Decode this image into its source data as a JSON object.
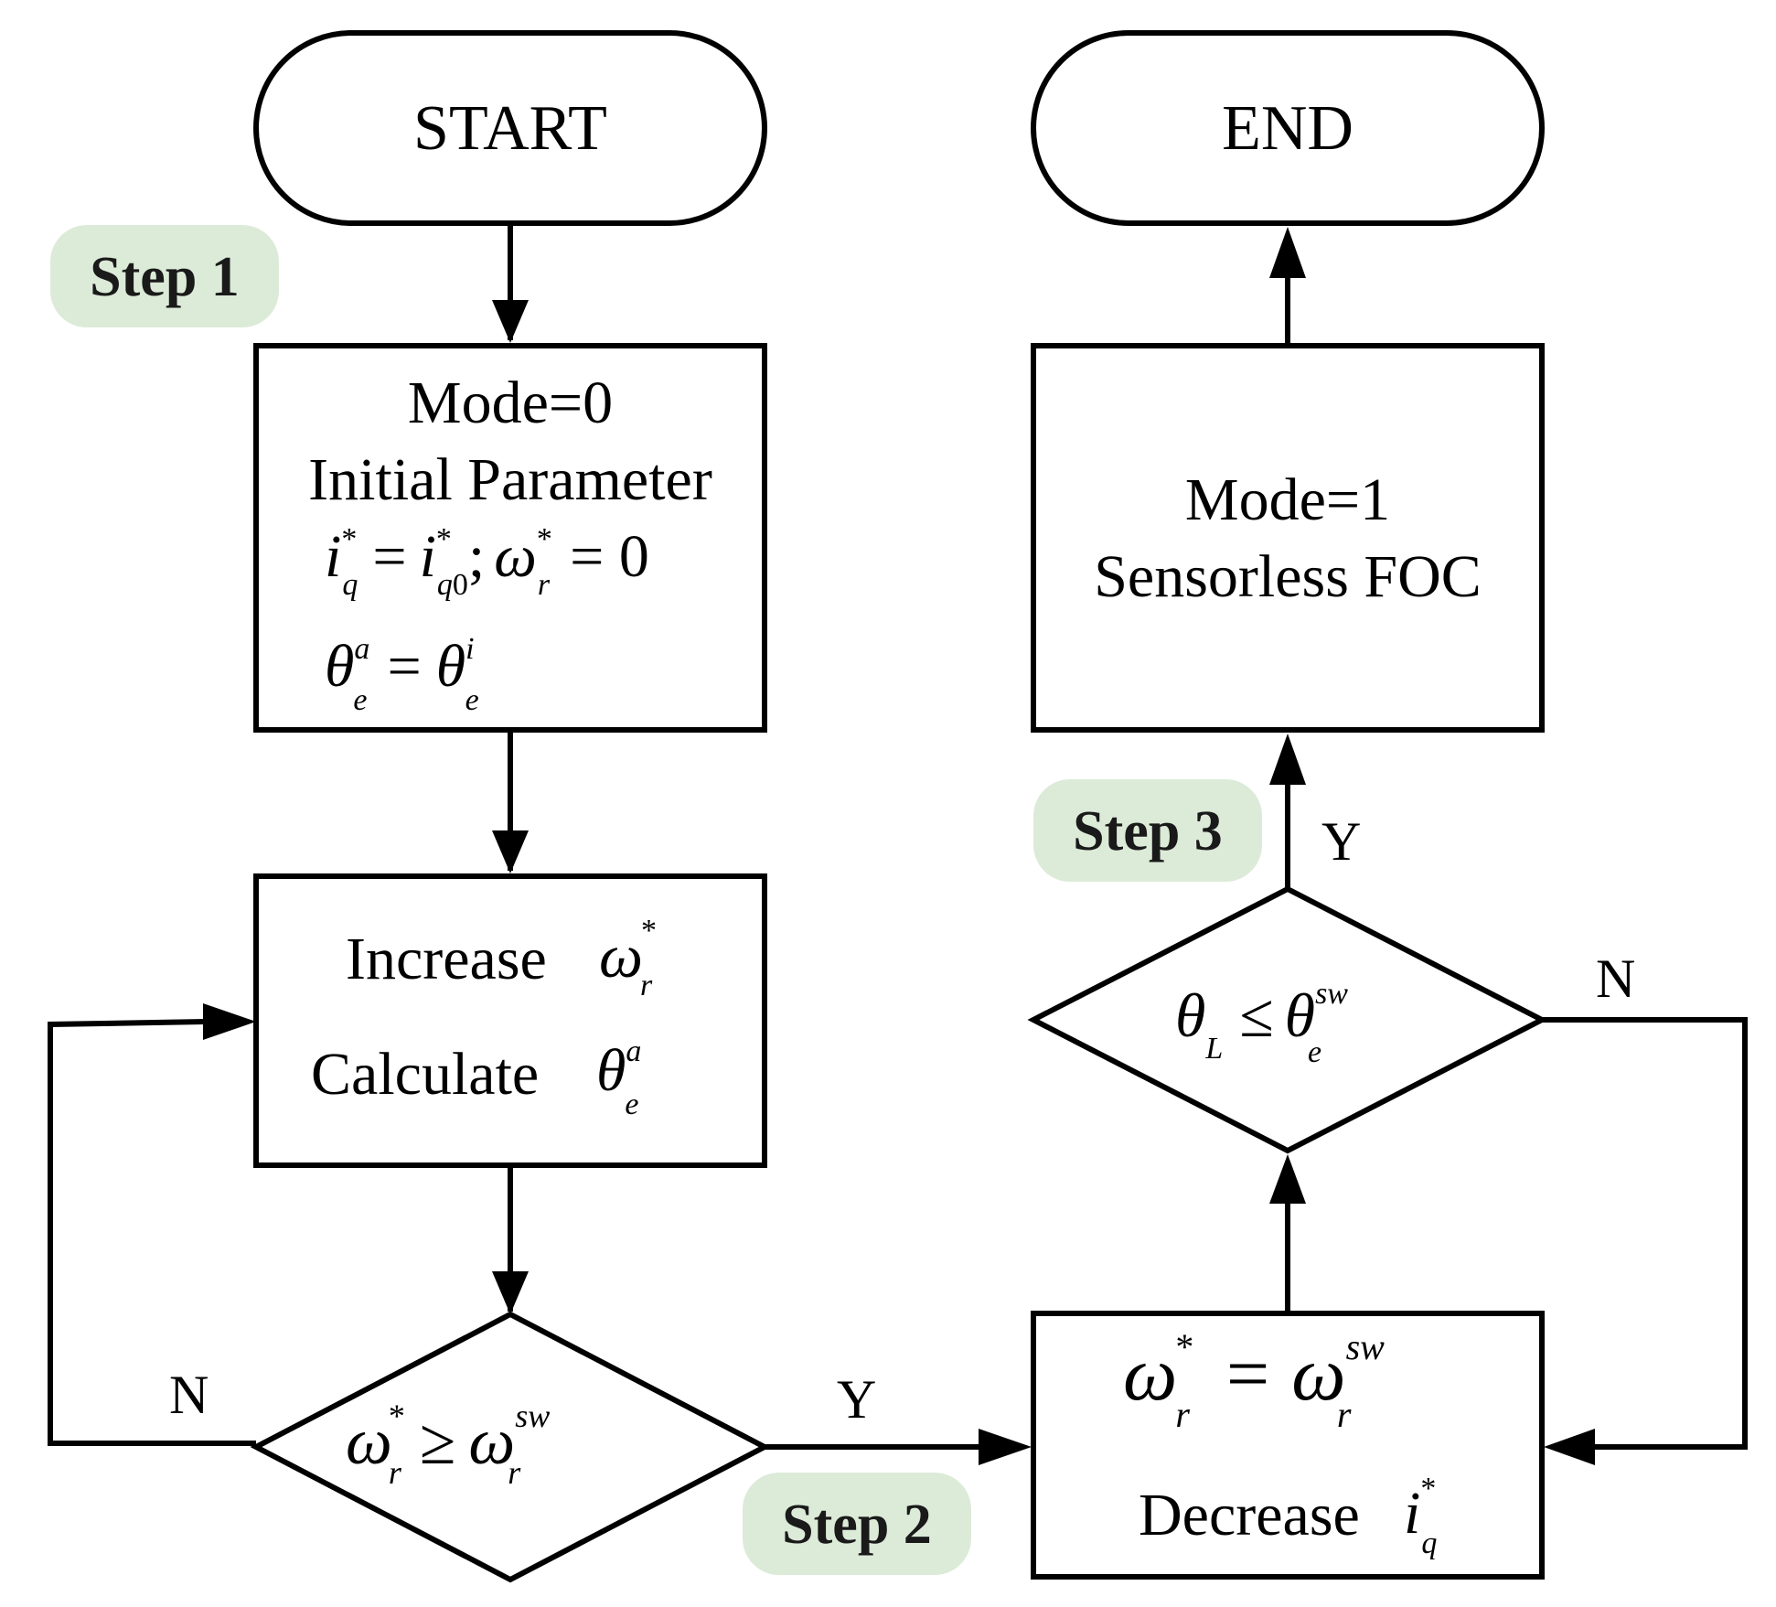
{
  "terminals": {
    "start": "START",
    "end": "END"
  },
  "steps": {
    "step1": "Step 1",
    "step2": "Step 2",
    "step3": "Step 3"
  },
  "init_box": {
    "line1": "Mode=0",
    "line2": "Initial Parameter",
    "eq1": "i*q = i*q0; ω*r = 0",
    "eq2": "θae = θie"
  },
  "increase_box": {
    "label1": "Increase",
    "sym1": "ω*r",
    "label2": "Calculate",
    "sym2": "θae"
  },
  "decision_speed": {
    "condition": "ω*r ≥ ωswr",
    "yes_label": "Y",
    "no_label": "N"
  },
  "decrease_box": {
    "eq": "ω*r = ωswr",
    "label": "Decrease",
    "sym": "i*q"
  },
  "decision_angle": {
    "condition": "θL ≤ θswe",
    "yes_label": "Y",
    "no_label": "N"
  },
  "foc_box": {
    "line1": "Mode=1",
    "line2": "Sensorless FOC"
  },
  "colors": {
    "step_badge": "#dcebd8",
    "stroke": "#000000"
  }
}
